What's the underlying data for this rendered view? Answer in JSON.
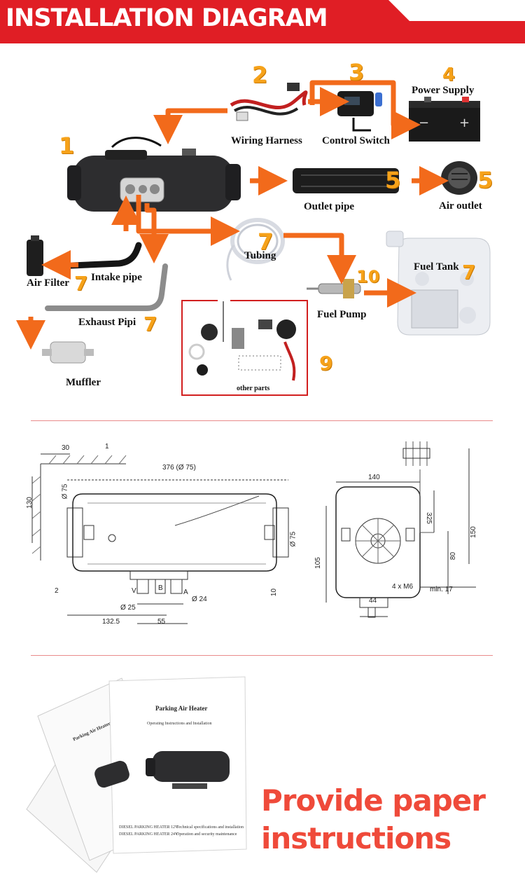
{
  "banner": {
    "title": "INSTALLATION DIAGRAM",
    "color": "#e01e25"
  },
  "components": {
    "heater": {
      "num": "1"
    },
    "wiring_harness": {
      "num": "2",
      "label": "Wiring Harness"
    },
    "control_switch": {
      "num": "3",
      "label": "Control Switch"
    },
    "power_supply": {
      "num": "4",
      "label": "Power Supply"
    },
    "outlet_pipe": {
      "num": "5",
      "label": "Outlet pipe"
    },
    "air_outlet": {
      "num": "5",
      "label": "Air outlet"
    },
    "tubing": {
      "num": "7",
      "label": "Tubing"
    },
    "fuel_tank": {
      "num": "7",
      "label": "Fuel Tank"
    },
    "fuel_pump": {
      "num": "10",
      "label": "Fuel Pump"
    },
    "air_filter": {
      "num": "7",
      "label": "Air Filter"
    },
    "intake_pipe": {
      "label": "Intake pipe"
    },
    "exhaust_pipe": {
      "num": "7",
      "label": "Exhaust Pipi"
    },
    "muffler": {
      "label": "Muffler"
    },
    "other_parts": {
      "num": "9",
      "label": "other parts"
    }
  },
  "drawing": {
    "callout_1": "1",
    "callout_2": "2",
    "dim_30": "30",
    "dim_376": "376 (Ø 75)",
    "dim_130": "130",
    "dim_d75_left": "Ø 75",
    "dim_d75_right": "Ø 75",
    "port_v": "V",
    "port_b": "B",
    "port_a": "A",
    "dim_d25": "Ø 25",
    "dim_d24": "Ø 24",
    "dim_10": "10",
    "dim_1325": "132.5",
    "dim_55": "55",
    "dim_140": "140",
    "dim_325": "325",
    "dim_150": "150",
    "dim_105": "105",
    "dim_80": "80",
    "dim_m6": "4 x M6",
    "dim_min17": "min. 17",
    "dim_44": "44"
  },
  "manual": {
    "title": "Parking Air Heater",
    "subtitle": "Operating Instructions and Installation",
    "footer_left_1": "DIESEL PARKING HEATER 12V",
    "footer_left_2": "DIESEL PARKING HEATER 24V",
    "footer_right_1": "Technical specifications and installation",
    "footer_right_2": "Operation and security maintenance",
    "back_title": "Parking Air Heater"
  },
  "cta": {
    "line1": "Provide paper",
    "line2": "instructions"
  },
  "colors": {
    "arrow": "#f26a1b",
    "accent_number": "#f6a21a",
    "divider": "#e98b8b",
    "cta": "#ef4a3a"
  }
}
